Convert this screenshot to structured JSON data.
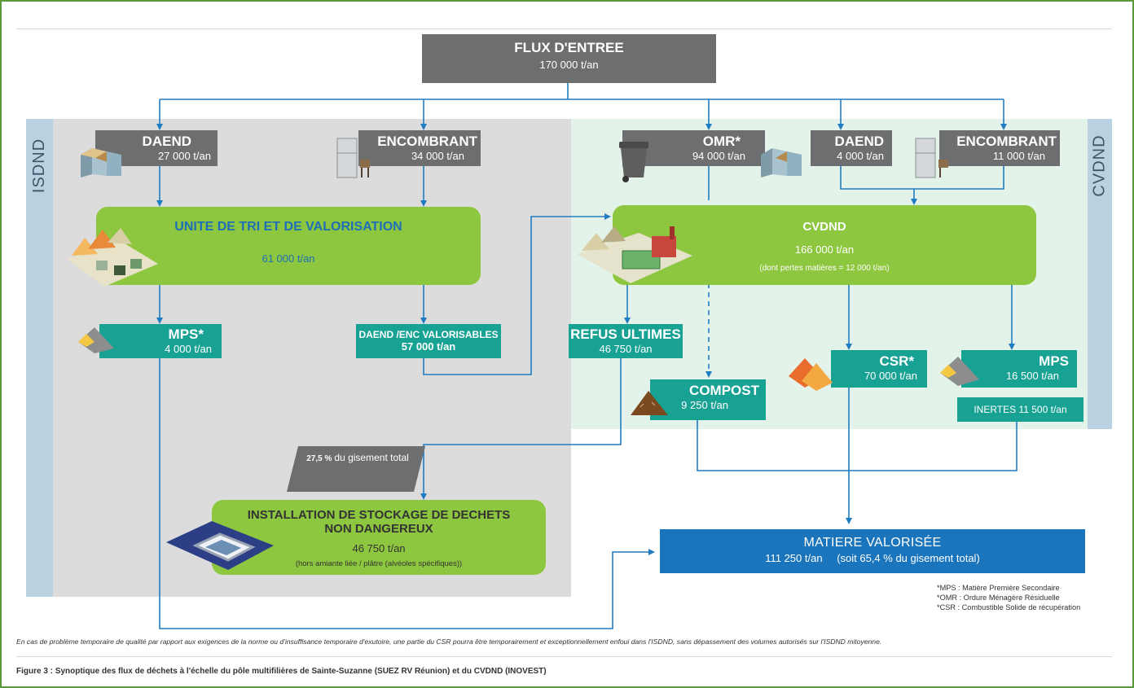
{
  "diagram": {
    "sidebar_left": "ISDND",
    "sidebar_right": "CVDND",
    "flux_entree": {
      "title": "FLUX D'ENTREE",
      "value": "170 000 t/an"
    },
    "isdnd_daend": {
      "title": "DAEND",
      "value": "27 000 t/an"
    },
    "isdnd_encombrant": {
      "title": "ENCOMBRANT",
      "value": "34 000 t/an"
    },
    "omr": {
      "title": "OMR*",
      "value": "94 000 t/an"
    },
    "cvdnd_daend": {
      "title": "DAEND",
      "value": "4 000 t/an"
    },
    "cvdnd_encombrant": {
      "title": "ENCOMBRANT",
      "value": "11 000 t/an"
    },
    "unite_tri": {
      "title": "UNITE DE TRI ET DE VALORISATION",
      "value": "61 000 t/an"
    },
    "cvdnd": {
      "title": "CVDND",
      "value": "166 000 t/an",
      "note": "(dont pertes matières = 12 000 t/an)"
    },
    "mps_left": {
      "title": "MPS*",
      "value": "4 000 t/an"
    },
    "daend_enc_valorisables": {
      "title": "DAEND /ENC VALORISABLES",
      "value": "57 000 t/an"
    },
    "refus_ultimes": {
      "title": "REFUS ULTIMES",
      "value": "46 750 t/an"
    },
    "csr": {
      "title": "CSR*",
      "value": "70 000 t/an"
    },
    "mps_right": {
      "title": "MPS",
      "value": "16 500 t/an"
    },
    "compost": {
      "title": "COMPOST",
      "value": "9 250 t/an"
    },
    "inertes": {
      "label": "INERTES 11 500 t/an"
    },
    "share_tag": {
      "pct": "27,5 %",
      "text": "du gisement total"
    },
    "isdnd_install": {
      "title_line1": "INSTALLATION DE STOCKAGE DE DECHETS",
      "title_line2": "NON DANGEREUX",
      "value": "46 750  t/an",
      "note": "(hors amiante liée / plâtre (alvéoles spécifiques))"
    },
    "matiere": {
      "title": "MATIERE VALORISÉE",
      "value": "111 250  t/an",
      "share": "(soit 65,4 % du gisement total)"
    },
    "glossary": [
      "*MPS : Matière Première Secondaire",
      "*OMR : Ordure Ménagère Résiduelle",
      "*CSR : Combustible Solide de récupération"
    ]
  },
  "footnote": "En cas de problème temporaire de qualité par rapport aux exigences de la norme ou d'insuffisance temporaire d'exutoire, une partie du CSR pourra être temporairement et exceptionnellement enfoui dans l'ISDND, sans dépassement des volumes autorisés sur l'ISDND mitoyenne.",
  "caption": "Figure 3 : Synoptique des flux de déchets à l'échelle du pôle multifilières de Sainte-Suzanne (SUEZ RV Réunion) et du CVDND (INOVEST)",
  "colors": {
    "gray_box": "#6d6e70",
    "teal_box": "#18a294",
    "green_box": "#8dc63f",
    "blue_box": "#1b75bc",
    "arrow": "#1f7cc2",
    "sidebar": "#b9d1e0"
  }
}
